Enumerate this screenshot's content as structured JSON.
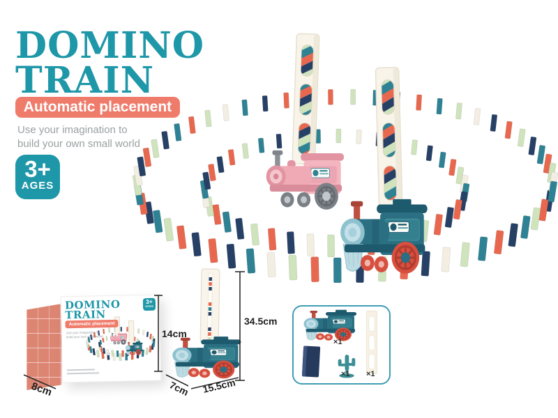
{
  "header": {
    "title_line1": "DOMINO",
    "title_line2": "TRAIN",
    "banner": "Automatic placement",
    "tagline_line1": "Use your imagination to",
    "tagline_line2": "build your own small world"
  },
  "age_badge": {
    "number": "3+",
    "label": "AGES"
  },
  "dimensions": {
    "box_depth": "8cm",
    "box_height": "14cm",
    "train_depth": "7cm",
    "train_length": "15.5cm",
    "total_height": "34.5cm"
  },
  "contents": {
    "train_qty": "×1",
    "cactus_qty": "×1",
    "cartridge_qty": "×1"
  },
  "colors": {
    "teal": "#1e97a8",
    "coral": "#ef7b6b",
    "tagline_gray": "#9aa0a2",
    "pink_train": "#f3b5bf",
    "teal_train": "#2b7082",
    "wheel_red": "#d7503f",
    "domino_palette": [
      "#274066",
      "#e8684f",
      "#cfe3bd",
      "#2e8294",
      "#f2eee2"
    ]
  }
}
